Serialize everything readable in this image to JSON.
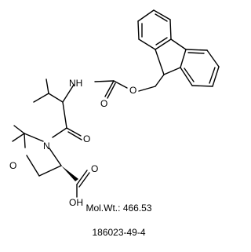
{
  "compound": {
    "mol_wt_label": "Mol.Wt.:",
    "mol_wt_value": "466.53",
    "cas_number": "186023-49-4"
  },
  "atoms": {
    "nh": "NH",
    "carbamate_o": "O",
    "carbonyl_o": "O",
    "amide_o": "O",
    "ring_n": "N",
    "ring_o": "O",
    "acid_o": "O",
    "acid_oh": "OH"
  },
  "colors": {
    "bond": "#000000",
    "text": "#000000",
    "background": "#ffffff"
  }
}
